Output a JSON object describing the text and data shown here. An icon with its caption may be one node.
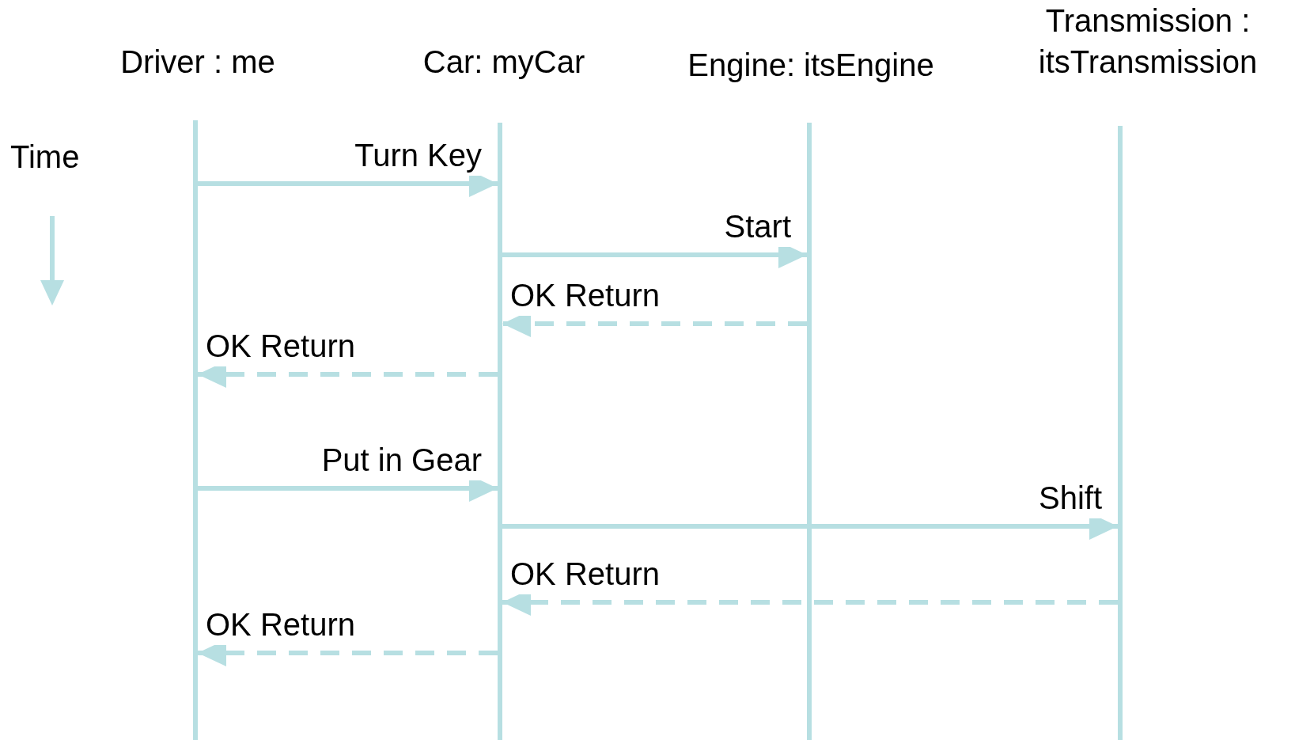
{
  "diagram": {
    "nodes": [
      {
        "text": [
          "Driver : me"
        ]
      },
      {
        "text": [
          "Car: myCar"
        ]
      },
      {
        "text": [
          "Engine: itsEngine"
        ]
      },
      {
        "text": [
          "Transmission : itsTransmission"
        ]
      },
      {
        "text": [],
        "shape": "bar"
      },
      {
        "text": [],
        "shape": "bar"
      },
      {
        "text": [],
        "shape": "bar"
      },
      {
        "text": [],
        "shape": "bar"
      }
    ],
    "edges": [
      {
        "from": 4,
        "to": 5,
        "arrow": "to",
        "label": "Turn Key"
      },
      {
        "from": 5,
        "to": 6,
        "arrow": "to",
        "label": "Start"
      },
      {
        "from": 6,
        "to": 5,
        "arrow": "to",
        "label": "OK Return",
        "style": "dashed"
      },
      {
        "from": 5,
        "to": 4,
        "arrow": "to",
        "label": "OK Return",
        "style": "dashed"
      },
      {
        "from": 4,
        "to": 5,
        "arrow": "to",
        "label": "Put in Gear"
      },
      {
        "from": 5,
        "to": 7,
        "arrow": "to",
        "label": "Shift"
      },
      {
        "from": 7,
        "to": 5,
        "arrow": "to",
        "label": "OK Return",
        "style": "dashed"
      },
      {
        "from": 5,
        "to": 4,
        "arrow": "to",
        "label": "OK Return",
        "style": "dashed"
      }
    ],
    "labels": [
      "Time"
    ]
  }
}
